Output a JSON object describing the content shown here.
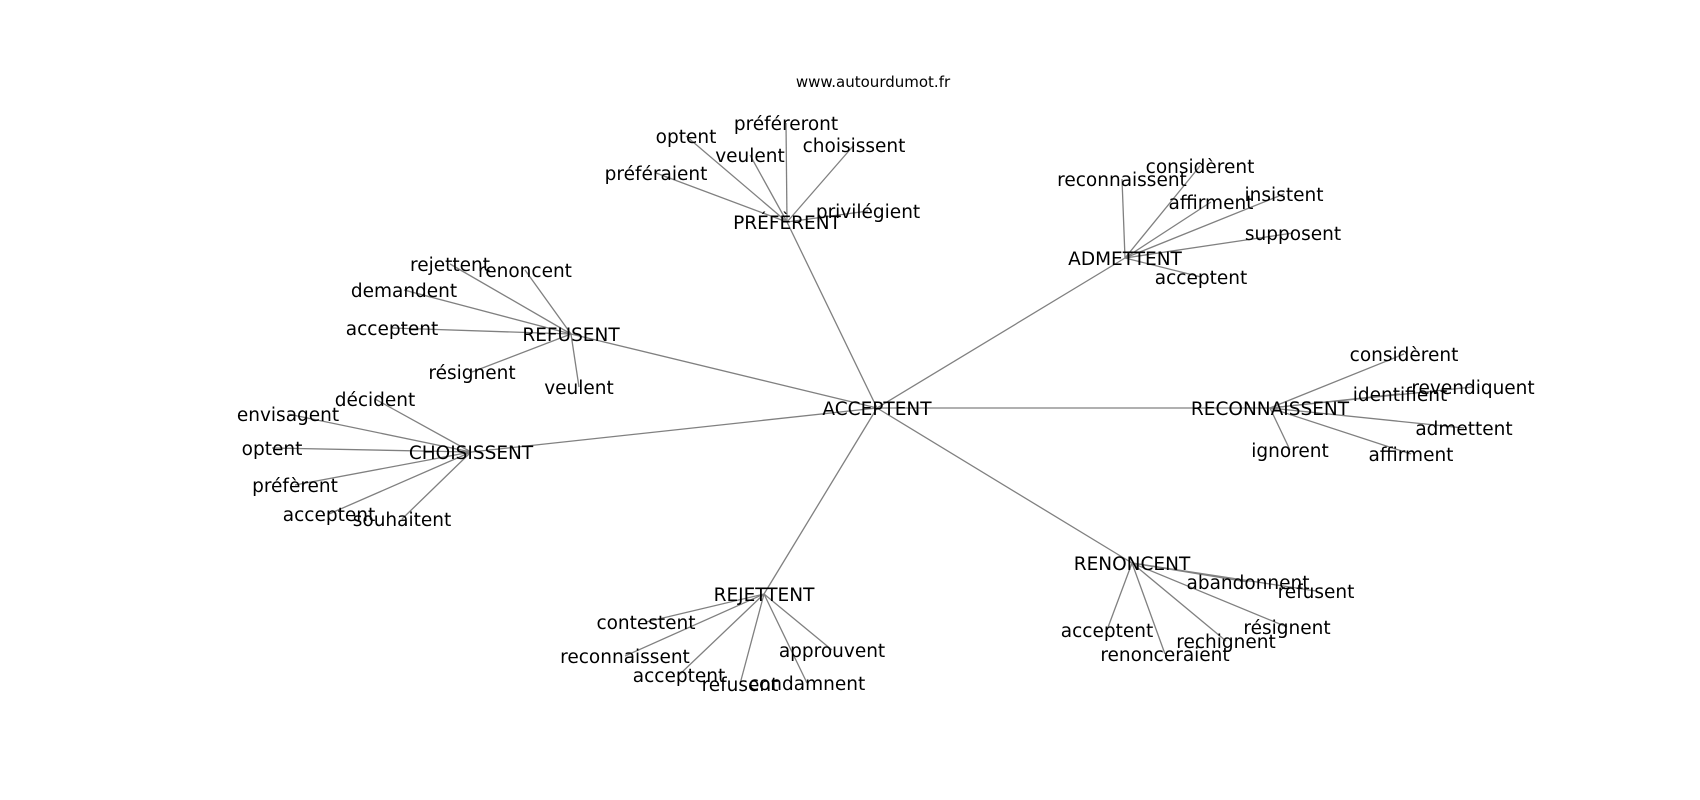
{
  "site": "www.autourdumot.fr",
  "center": "ACCEPTENT",
  "hubs": [
    {
      "id": "preferent",
      "label": "PRÉFÈRENT",
      "leaves": [
        "préféreront",
        "optent",
        "veulent",
        "choisissent",
        "préféraient",
        "privilégient"
      ]
    },
    {
      "id": "admettent",
      "label": "ADMETTENT",
      "leaves": [
        "considèrent",
        "reconnaissent",
        "affirment",
        "insistent",
        "supposent",
        "acceptent"
      ]
    },
    {
      "id": "refusent",
      "label": "REFUSENT",
      "leaves": [
        "rejettent",
        "renoncent",
        "demandent",
        "acceptent",
        "résignent",
        "veulent"
      ]
    },
    {
      "id": "choisissent",
      "label": "CHOISISSENT",
      "leaves": [
        "décident",
        "envisagent",
        "optent",
        "préfèrent",
        "acceptent",
        "souhaitent"
      ]
    },
    {
      "id": "reconnaissent",
      "label": "RECONNAISSENT",
      "leaves": [
        "considèrent",
        "identifient",
        "revendiquent",
        "admettent",
        "affirment",
        "ignorent"
      ]
    },
    {
      "id": "rejettent",
      "label": "REJETTENT",
      "leaves": [
        "contestent",
        "reconnaissent",
        "acceptent",
        "refusent",
        "condamnent",
        "approuvent"
      ]
    },
    {
      "id": "renoncent",
      "label": "RENONCENT",
      "leaves": [
        "abandonnent",
        "refusent",
        "résignent",
        "rechignent",
        "renonceraient",
        "acceptent"
      ]
    }
  ]
}
